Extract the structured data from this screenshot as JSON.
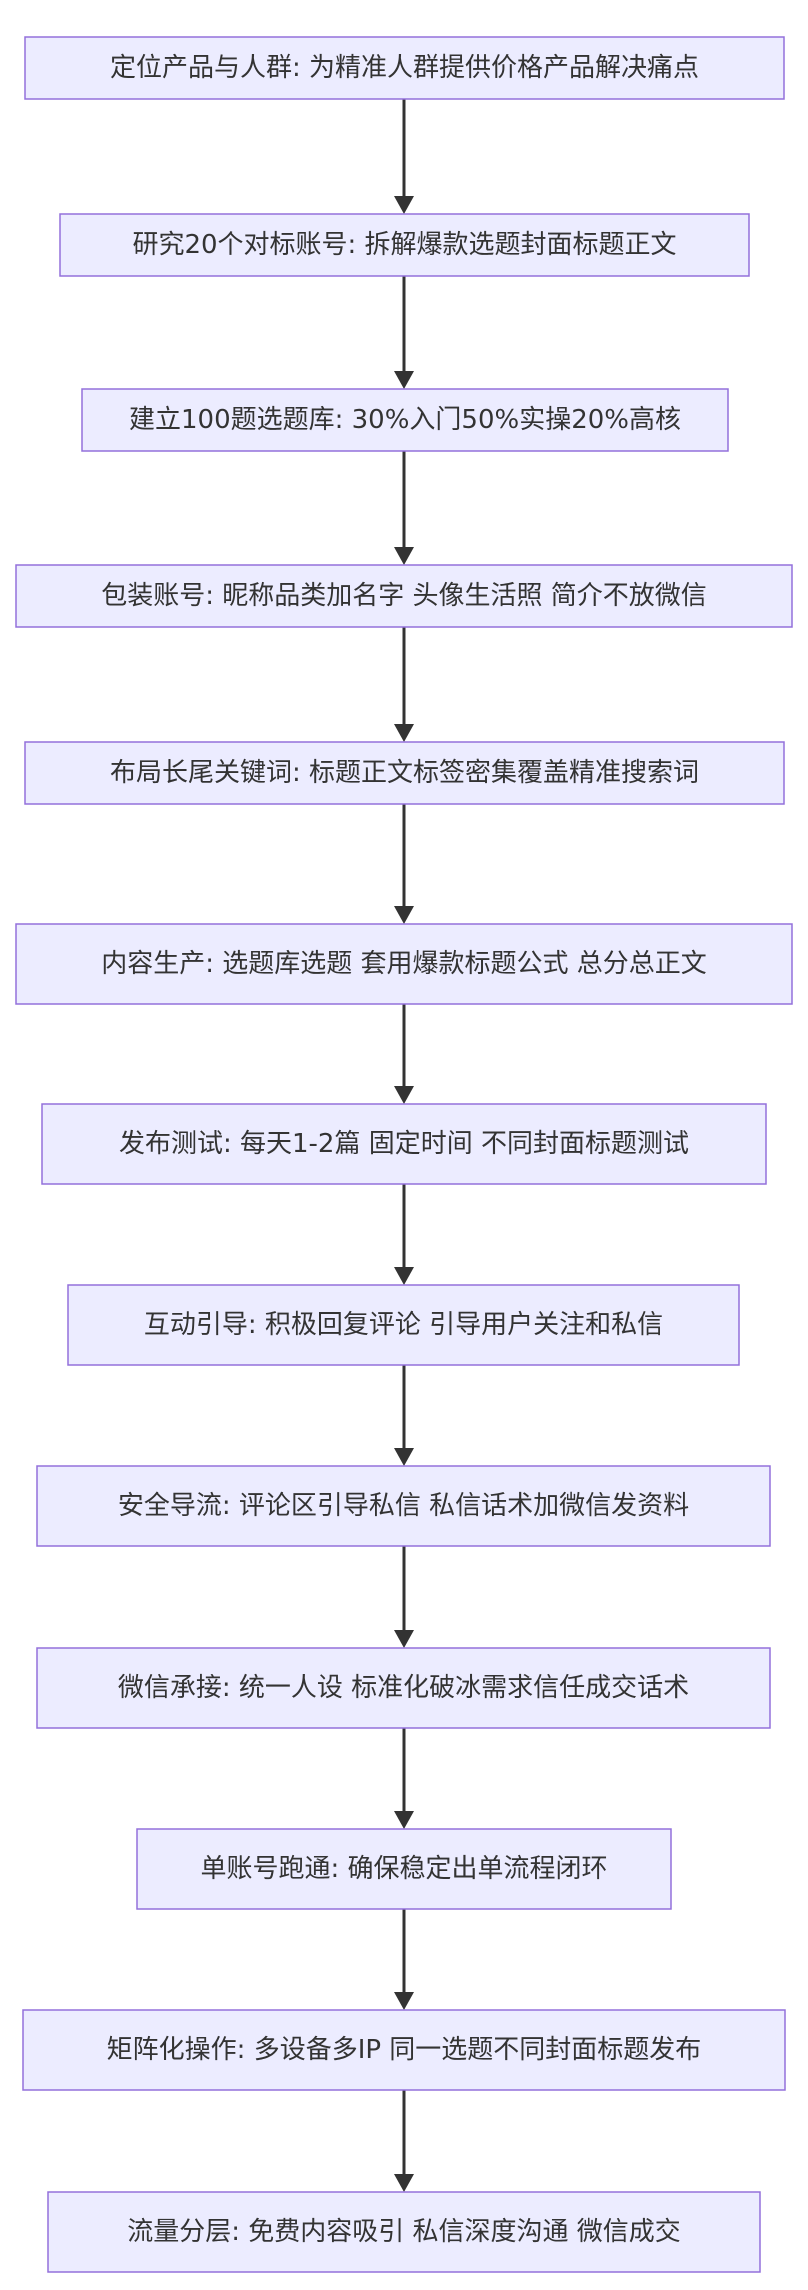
{
  "diagram": {
    "nodes": [
      {
        "id": "n1",
        "label": "定位产品与人群: 为精准人群提供价格产品解决痛点"
      },
      {
        "id": "n2",
        "label": "研究20个对标账号: 拆解爆款选题封面标题正文"
      },
      {
        "id": "n3",
        "label": "建立100题选题库: 30%入门50%实操20%高核"
      },
      {
        "id": "n4",
        "label": "包装账号: 昵称品类加名字 头像生活照 简介不放微信"
      },
      {
        "id": "n5",
        "label": "布局长尾关键词: 标题正文标签密集覆盖精准搜索词"
      },
      {
        "id": "n6",
        "label": "内容生产: 选题库选题 套用爆款标题公式 总分总正文"
      },
      {
        "id": "n7",
        "label": "发布测试: 每天1-2篇 固定时间 不同封面标题测试"
      },
      {
        "id": "n8",
        "label": "互动引导: 积极回复评论 引导用户关注和私信"
      },
      {
        "id": "n9",
        "label": "安全导流: 评论区引导私信 私信话术加微信发资料"
      },
      {
        "id": "n10",
        "label": "微信承接: 统一人设 标准化破冰需求信任成交话术"
      },
      {
        "id": "n11",
        "label": "单账号跑通: 确保稳定出单流程闭环"
      },
      {
        "id": "n12",
        "label": "矩阵化操作: 多设备多IP 同一选题不同封面标题发布"
      },
      {
        "id": "n13",
        "label": "流量分层: 免费内容吸引 私信深度沟通 微信成交"
      }
    ],
    "edges": [
      {
        "from": "n1",
        "to": "n2"
      },
      {
        "from": "n2",
        "to": "n3"
      },
      {
        "from": "n3",
        "to": "n4"
      },
      {
        "from": "n4",
        "to": "n5"
      },
      {
        "from": "n5",
        "to": "n6"
      },
      {
        "from": "n6",
        "to": "n7"
      },
      {
        "from": "n7",
        "to": "n8"
      },
      {
        "from": "n8",
        "to": "n9"
      },
      {
        "from": "n9",
        "to": "n10"
      },
      {
        "from": "n10",
        "to": "n11"
      },
      {
        "from": "n11",
        "to": "n12"
      },
      {
        "from": "n12",
        "to": "n13"
      }
    ]
  }
}
